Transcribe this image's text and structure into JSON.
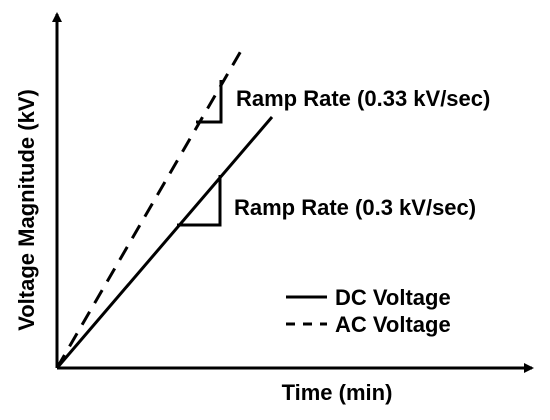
{
  "chart_data": {
    "type": "line",
    "xlabel": "Time (min)",
    "ylabel": "Voltage Magnitude (kV)",
    "axis_ticks": false,
    "grid": false,
    "legend_placement": "bottom-right",
    "series": [
      {
        "name": "DC Voltage",
        "style": "solid",
        "color": "#000000",
        "ramp_rate_label": "Ramp Rate (0.3 kV/sec)"
      },
      {
        "name": "AC Voltage",
        "style": "dashed",
        "color": "#000000",
        "ramp_rate_label": "Ramp Rate (0.33 kV/sec)"
      }
    ]
  }
}
